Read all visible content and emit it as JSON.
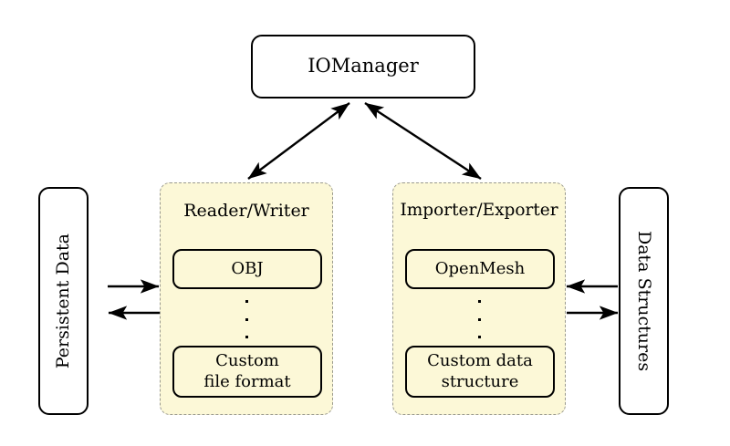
{
  "diagram": {
    "title_node": {
      "label": "IOManager"
    },
    "left_store": {
      "label": "Persistent Data"
    },
    "right_store": {
      "label": "Data Structures"
    },
    "groups": [
      {
        "title": "Reader/Writer",
        "top_item": "OBJ",
        "ellipsis": "vertical-ellipsis",
        "bottom_item_line1": "Custom",
        "bottom_item_line2": "file format"
      },
      {
        "title": "Importer/Exporter",
        "top_item": "OpenMesh",
        "ellipsis": "vertical-ellipsis",
        "bottom_item_line1": "Custom data",
        "bottom_item_line2": "structure"
      }
    ],
    "connections": [
      {
        "name": "manager-to-reader-writer",
        "kind": "double-headed-arrow"
      },
      {
        "name": "manager-to-importer-exporter",
        "kind": "double-headed-arrow"
      },
      {
        "name": "persistent-data-to-reader-writer",
        "kind": "arrow-right"
      },
      {
        "name": "reader-writer-to-persistent-data",
        "kind": "arrow-left"
      },
      {
        "name": "data-structures-to-importer-exporter",
        "kind": "arrow-left"
      },
      {
        "name": "importer-exporter-to-data-structures",
        "kind": "arrow-right"
      }
    ],
    "colors": {
      "panel_fill": "#fcf8d7",
      "panel_border": "#9a9a8f",
      "node_border": "#000000",
      "background": "#ffffff"
    }
  }
}
